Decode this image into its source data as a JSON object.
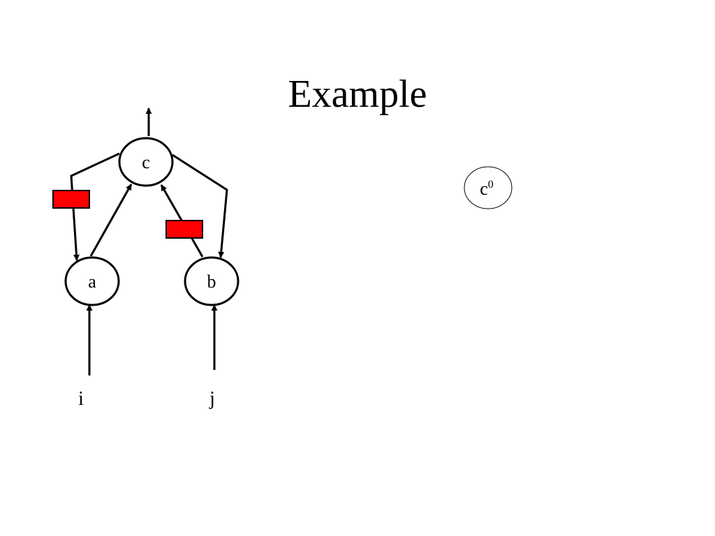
{
  "slide": {
    "title": "Example"
  },
  "graph": {
    "nodes": {
      "c": "c",
      "a": "a",
      "b": "b"
    },
    "inputs": {
      "i": "i",
      "j": "j"
    },
    "state_node": {
      "base": "c",
      "superscript": "0"
    }
  },
  "colors": {
    "register_fill": "#ff0000",
    "stroke": "#000000",
    "background": "#ffffff"
  }
}
